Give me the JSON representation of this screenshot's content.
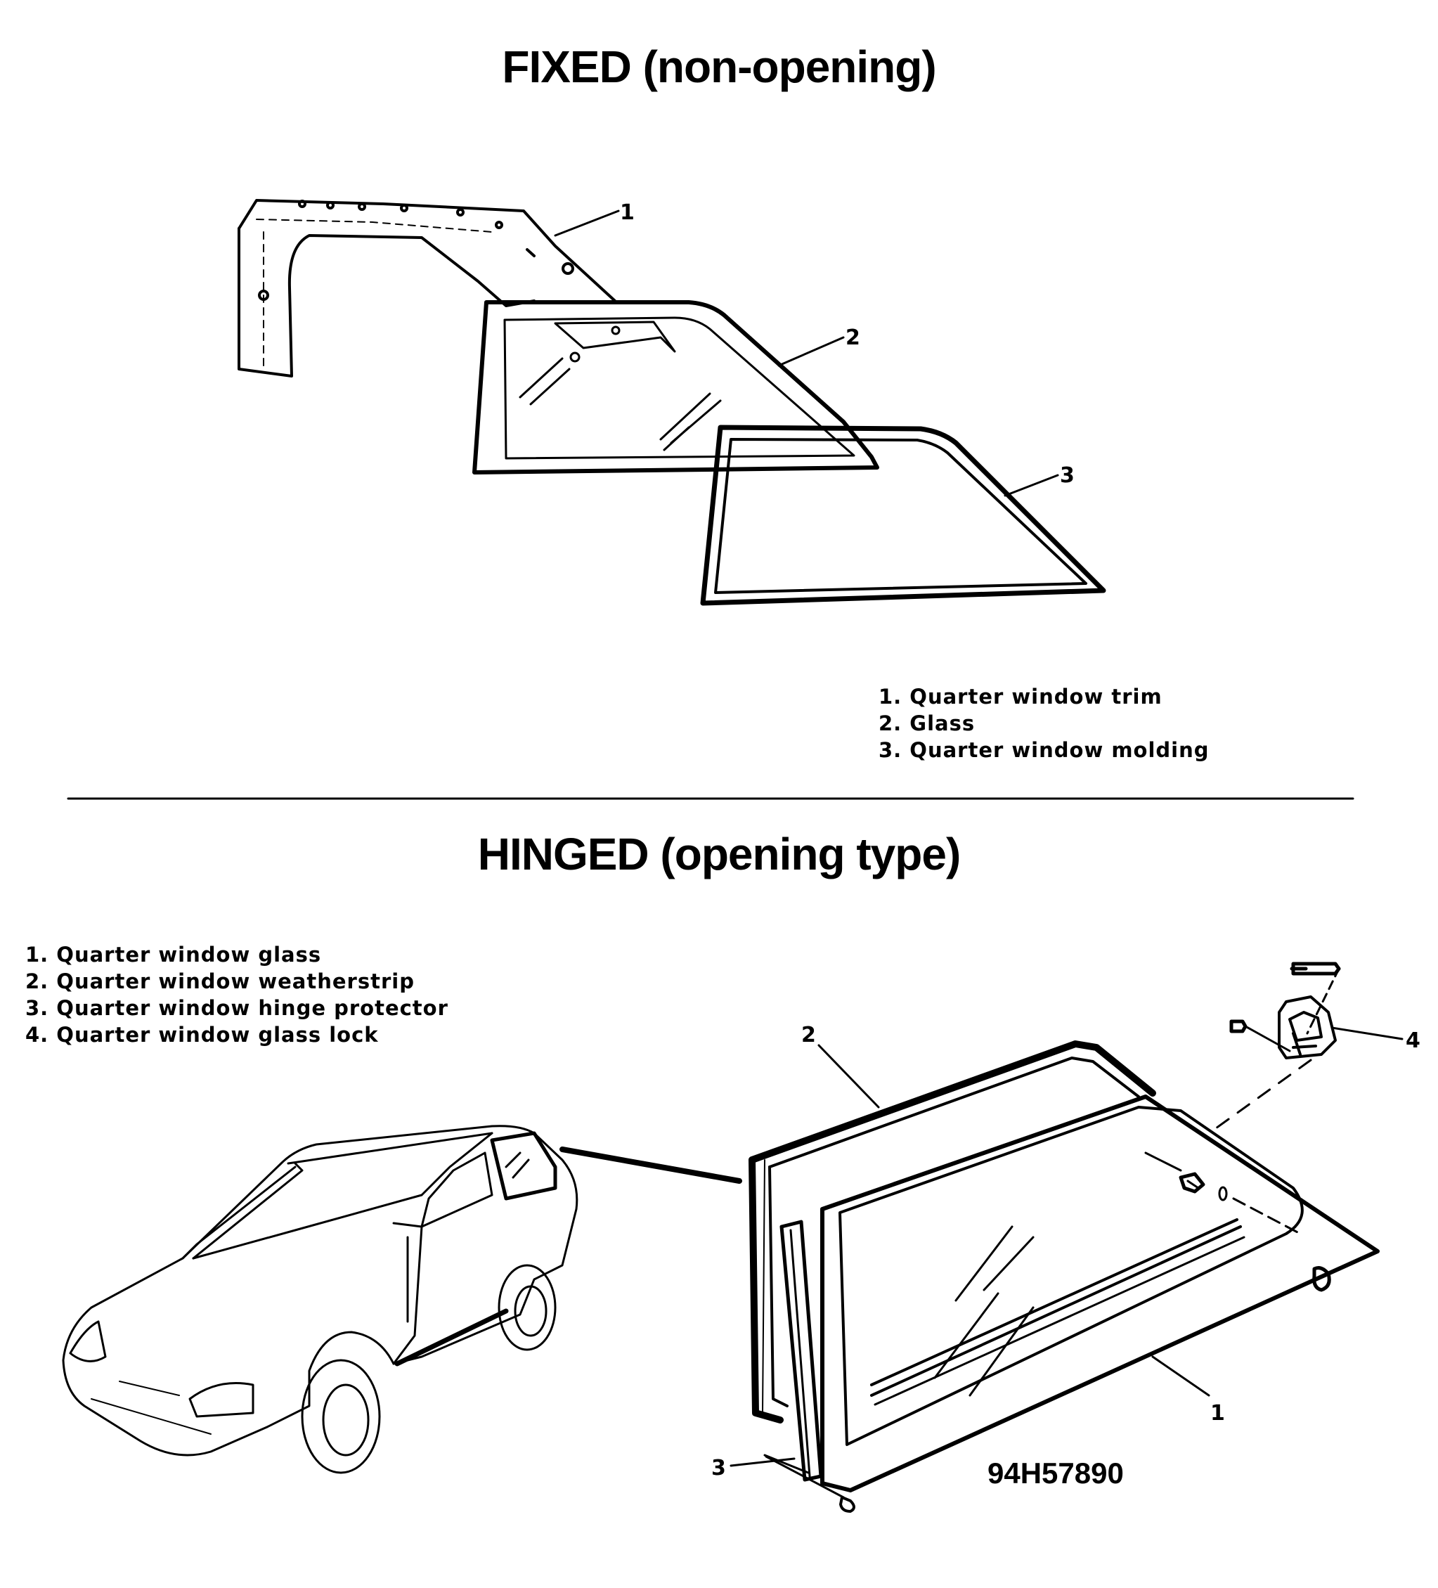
{
  "fixed": {
    "title": "FIXED (non-opening)",
    "legend": [
      "1. Quarter window trim",
      "2. Glass",
      "3. Quarter window molding"
    ],
    "callouts": [
      "1",
      "2",
      "3"
    ]
  },
  "hinged": {
    "title": "HINGED (opening type)",
    "legend": [
      "1. Quarter window glass",
      "2. Quarter window weatherstrip",
      "3. Quarter window hinge protector",
      "4. Quarter window glass lock"
    ],
    "callouts": [
      "1",
      "2",
      "3",
      "4"
    ]
  },
  "figure_code": "94H57890",
  "colors": {
    "ink": "#000000",
    "background": "#ffffff"
  }
}
